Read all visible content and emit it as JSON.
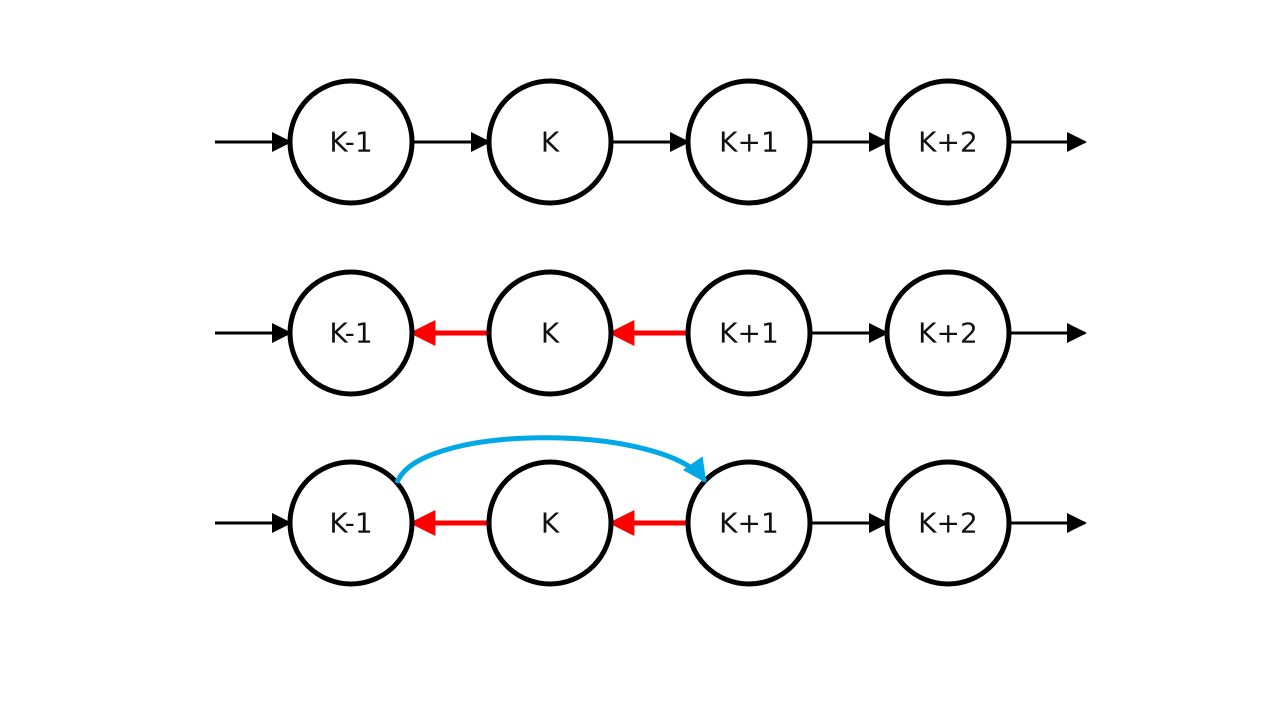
{
  "colors": {
    "background": "#ffffff",
    "node_stroke": "#000000",
    "forward_arrow": "#000000",
    "reversed_arrow": "#ff0000",
    "jump_arrow": "#00a8e6"
  },
  "rows": [
    {
      "nodes": [
        "K-1",
        "K",
        "K+1",
        "K+2"
      ],
      "links": [
        "forward",
        "forward",
        "forward",
        "forward",
        "forward"
      ]
    },
    {
      "nodes": [
        "K-1",
        "K",
        "K+1",
        "K+2"
      ],
      "links": [
        "forward",
        "reversed",
        "reversed",
        "forward",
        "forward"
      ]
    },
    {
      "nodes": [
        "K-1",
        "K",
        "K+1",
        "K+2"
      ],
      "links": [
        "forward",
        "reversed",
        "reversed",
        "forward",
        "forward"
      ],
      "jump": {
        "from": "K-1",
        "to": "K+1"
      }
    }
  ]
}
